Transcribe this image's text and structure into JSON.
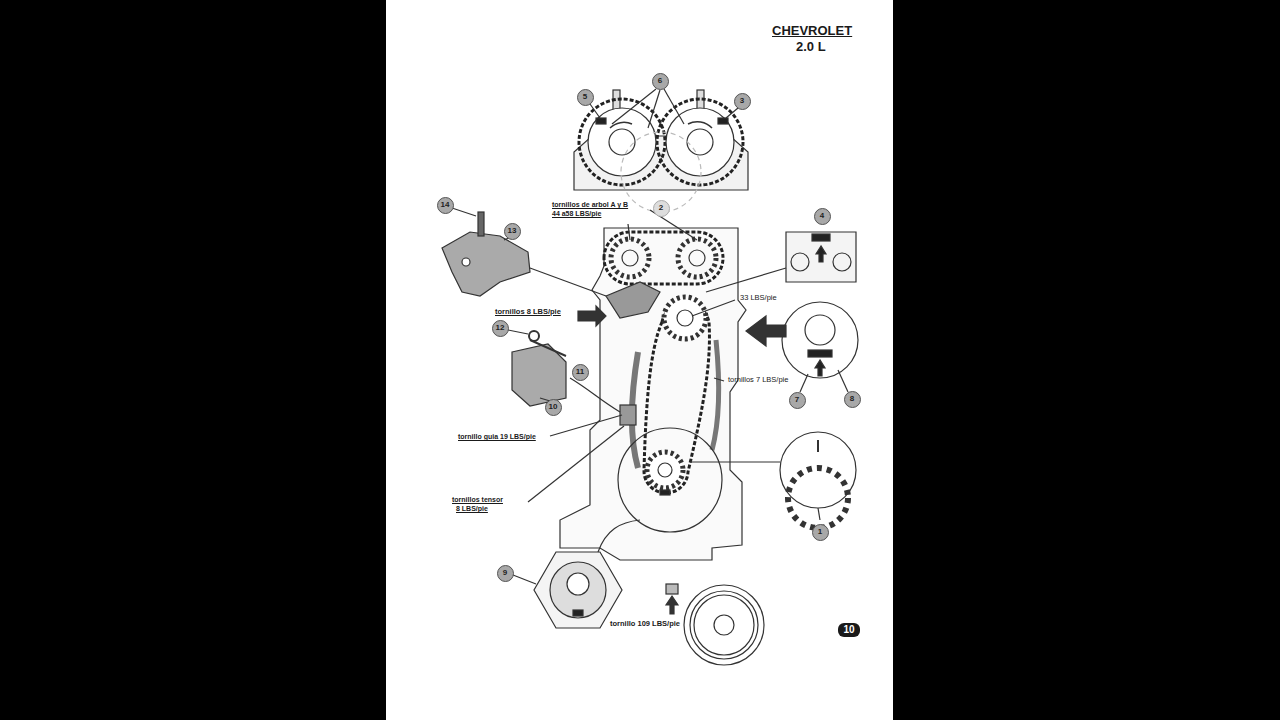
{
  "diagram": {
    "title": "CHEVROLET",
    "nodes": [
      {
        "text": [
          "5"
        ]
      },
      {
        "text": [
          "6"
        ]
      },
      {
        "text": [
          "3"
        ]
      },
      {
        "text": [
          "2"
        ]
      },
      {
        "text": [
          "14"
        ]
      },
      {
        "text": [
          "13"
        ]
      },
      {
        "text": [
          "4"
        ]
      },
      {
        "text": [
          "12"
        ]
      },
      {
        "text": [
          "11"
        ]
      },
      {
        "text": [
          "10"
        ]
      },
      {
        "text": [
          "7"
        ]
      },
      {
        "text": [
          "8"
        ]
      },
      {
        "text": [
          "1"
        ]
      },
      {
        "text": [
          "9"
        ]
      },
      {
        "text": [
          "10"
        ]
      }
    ],
    "labels": [
      "2.0 L",
      "tornillos de arbol A y B",
      "44 a58 LBS/pie",
      "33 LBS/pie",
      "tornillos 8 LBS/pie",
      "tornillos 7 LBS/pie",
      "tornillo guia 19 LBS/pie",
      "tornillos tensor",
      "8 LBS/pie",
      "tornillo 109 LBS/pie"
    ]
  }
}
